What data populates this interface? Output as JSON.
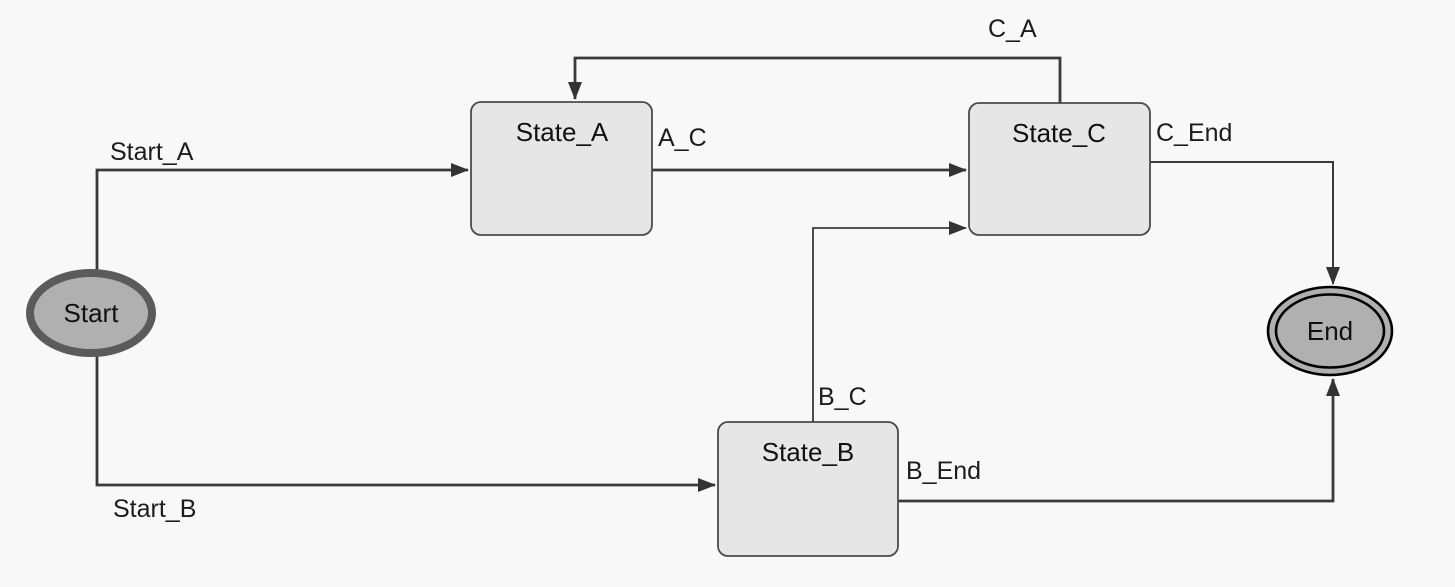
{
  "diagram": {
    "type": "state-machine",
    "background_color": "#f8f8f8",
    "colors": {
      "state_fill": "#e6e6e6",
      "state_border": "#4a4a4a",
      "terminal_fill": "#b0b0b0",
      "start_border": "#5b5b5b",
      "end_border": "#000000",
      "edge_stroke": "#3a3a3a",
      "label_text": "#1c1c1c"
    },
    "nodes": [
      {
        "id": "start",
        "label": "Start",
        "shape": "ellipse"
      },
      {
        "id": "state_a",
        "label": "State_A",
        "shape": "rounded-rect"
      },
      {
        "id": "state_b",
        "label": "State_B",
        "shape": "rounded-rect"
      },
      {
        "id": "state_c",
        "label": "State_C",
        "shape": "rounded-rect"
      },
      {
        "id": "end",
        "label": "End",
        "shape": "double-ellipse"
      }
    ],
    "edges": [
      {
        "from": "Start",
        "to": "State_A",
        "label": "Start_A"
      },
      {
        "from": "Start",
        "to": "State_B",
        "label": "Start_B"
      },
      {
        "from": "State_A",
        "to": "State_C",
        "label": "A_C"
      },
      {
        "from": "State_B",
        "to": "State_C",
        "label": "B_C"
      },
      {
        "from": "State_C",
        "to": "State_A",
        "label": "C_A"
      },
      {
        "from": "State_C",
        "to": "End",
        "label": "C_End"
      },
      {
        "from": "State_B",
        "to": "End",
        "label": "B_End"
      }
    ]
  }
}
